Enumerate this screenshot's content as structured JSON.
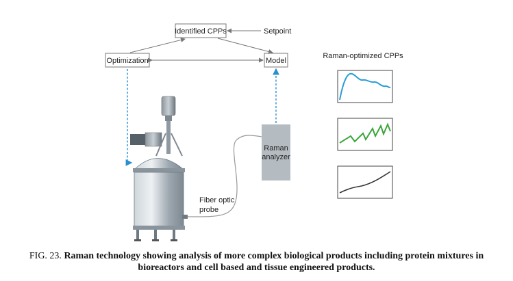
{
  "diagram": {
    "nodes": {
      "identified": "Identified CPPs",
      "setpoint": "Setpoint",
      "optimization": "Optimization",
      "model": "Model",
      "raman_title": "Raman-optimized CPPs",
      "analyzer_line1": "Raman",
      "analyzer_line2": "analyzer",
      "probe_line1": "Fiber optic",
      "probe_line2": "probe"
    },
    "colors": {
      "arrow": "#777777",
      "dashed": "#2a8fd0",
      "curve_blue": "#2a9ed8",
      "curve_green": "#3aa53a",
      "curve_dark": "#333333",
      "tank": "#a9b3bb",
      "analyzer": "#b4bcc2"
    }
  },
  "caption": {
    "fig": "FIG. 23.",
    "line1": "Raman technology showing analysis of more complex biological products including protein mixtures in",
    "line2": "bioreactors and cell based and tissue engineered products."
  }
}
